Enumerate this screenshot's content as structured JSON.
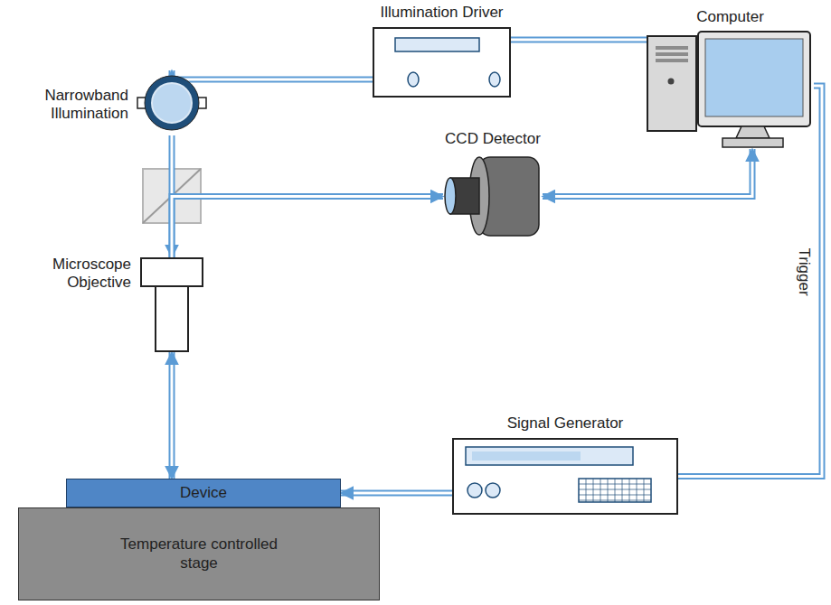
{
  "diagram": {
    "nodes": [
      {
        "text": [
          "Illumination Driver"
        ]
      },
      {
        "text": [
          "Computer"
        ]
      },
      {
        "text": [
          "Narrowband Illumination"
        ]
      },
      {
        "text": [
          "CCD Detector"
        ]
      },
      {
        "text": [
          "Microscope Objective"
        ]
      },
      {
        "text": [
          "Signal Generator"
        ]
      },
      {
        "text": [
          "Device"
        ]
      },
      {
        "text": [
          "Temperature controlled stage"
        ]
      }
    ],
    "edges": [
      {
        "from": 1,
        "to": 0,
        "arrow": "none"
      },
      {
        "from": 0,
        "to": 2,
        "arrow": "to"
      },
      {
        "from": 2,
        "to": 4,
        "arrow": "to"
      },
      {
        "from": 4,
        "to": 3,
        "arrow": "to"
      },
      {
        "from": 4,
        "to": 6,
        "arrow": "both"
      },
      {
        "from": 3,
        "to": 1,
        "arrow": "both"
      },
      {
        "from": 1,
        "to": 5,
        "label": "Trigger",
        "arrow": "none"
      },
      {
        "from": 5,
        "to": 6,
        "arrow": "to"
      }
    ]
  }
}
